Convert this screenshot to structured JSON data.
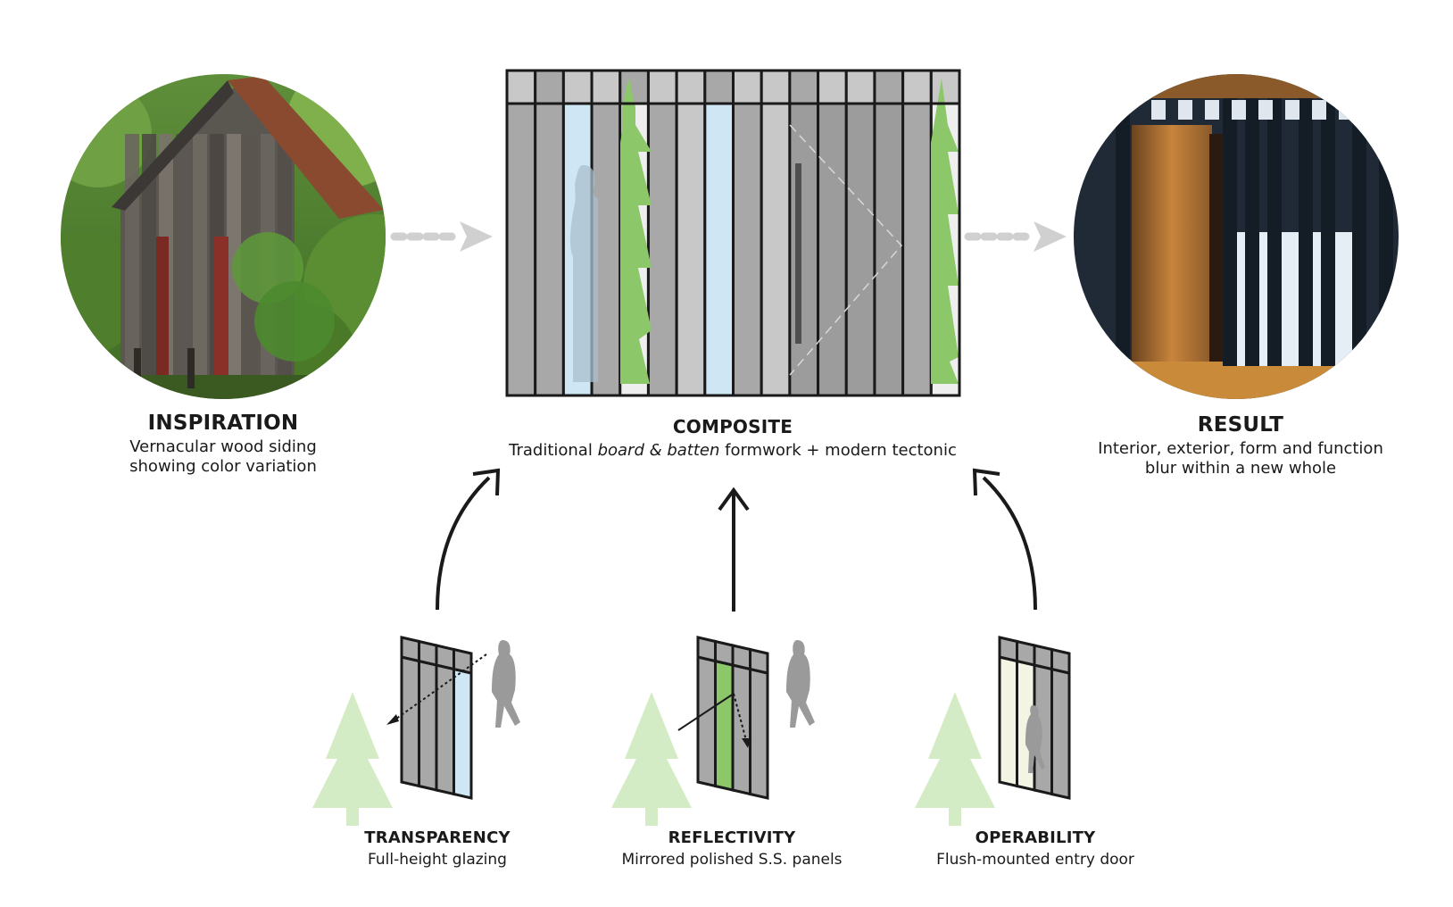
{
  "inspiration": {
    "title": "INSPIRATION",
    "desc_line1": "Vernacular wood siding",
    "desc_line2": "showing color variation"
  },
  "composite": {
    "title": "COMPOSITE",
    "desc_pre": "Traditional ",
    "desc_italic": "board & batten",
    "desc_post": " formwork + modern tectonic"
  },
  "result": {
    "title": "RESULT",
    "desc_line1": "Interior, exterior, form and function",
    "desc_line2": "blur within a new whole"
  },
  "transparency": {
    "title": "TRANSPARENCY",
    "desc": "Full-height glazing"
  },
  "reflectivity": {
    "title": "REFLECTIVITY",
    "desc": "Mirrored polished S.S. panels"
  },
  "operability": {
    "title": "OPERABILITY",
    "desc": "Flush-mounted entry door"
  },
  "colors": {
    "panel_gray": "#a8a8a8",
    "panel_light_gray": "#c8c8c8",
    "glass_blue": "#cfe6f5",
    "tree_green": "#8cc86a",
    "tree_pale": "#d4ecc6",
    "frame": "#1a1a1a",
    "arrow_gray": "#d0d0d0",
    "person_gray": "#9a9a9a"
  }
}
